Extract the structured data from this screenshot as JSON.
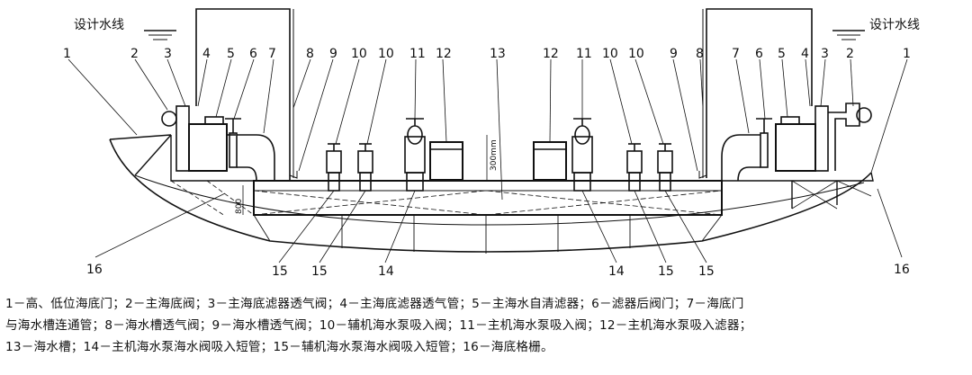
{
  "water_line_label": "设计水线",
  "dimensions": {
    "tank_height": "300mm",
    "grid_depth": "800"
  },
  "callouts": [
    "1",
    "2",
    "3",
    "4",
    "5",
    "6",
    "7",
    "8",
    "9",
    "10",
    "10",
    "11",
    "12",
    "13",
    "12",
    "11",
    "10",
    "10",
    "9",
    "8",
    "7",
    "6",
    "5",
    "4",
    "3",
    "2",
    "1",
    "16",
    "16",
    "15",
    "15",
    "14",
    "14",
    "15",
    "15"
  ],
  "legend": [
    "1－高、低位海底门；2－主海底阀；3－主海底滤器透气阀；4－主海底滤器透气管；5－主海水自清滤器；6－滤器后阀门；7－海底门",
    "与海水槽连通管；8－海水槽透气阀；9－海水槽透气阀；10－辅机海水泵吸入阀；11－主机海水泵吸入阀；12－主机海水泵吸入滤器；",
    "13－海水槽；14－主机海水泵海水阀吸入短管；15－辅机海水泵海水阀吸入短管；16－海底格栅。"
  ]
}
